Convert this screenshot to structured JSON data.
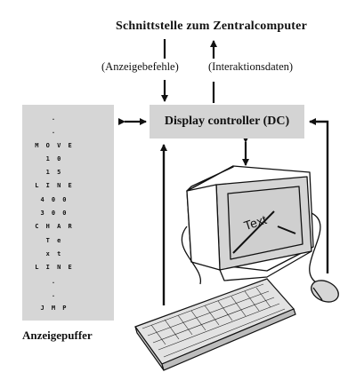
{
  "title": "Schnittstelle zum Zentralcomputer",
  "caption_left": "(Anzeigebefehle)",
  "caption_right": "(Interaktionsdaten)",
  "controller_label": "Display controller (DC)",
  "buffer_lines": [
    ".",
    ".",
    "M O V E",
    "1 0",
    "1 5",
    "L I N E",
    "4 0 0",
    "3 0 0",
    "C H A R",
    "T e",
    "x t",
    "L I N E",
    ".",
    ".",
    "J M P"
  ],
  "buffer_label": "Anzeigepuffer",
  "screen_text": "Text"
}
